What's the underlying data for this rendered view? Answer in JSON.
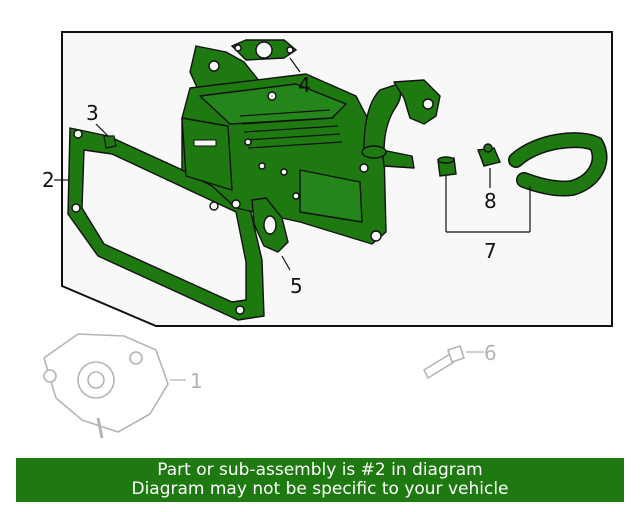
{
  "colors": {
    "highlight": "#1e7a10",
    "outline": "#111111",
    "panel_fill": "#f8f8f8",
    "ghost": "#b4b4b4",
    "banner_text": "#ffffff"
  },
  "callouts": {
    "c1": "1",
    "c2": "2",
    "c3": "3",
    "c4": "4",
    "c5": "5",
    "c6": "6",
    "c7": "7",
    "c8": "8"
  },
  "banner": {
    "line1": "Part or sub-assembly is #2 in diagram",
    "line2": "Diagram may not be specific to your vehicle"
  }
}
